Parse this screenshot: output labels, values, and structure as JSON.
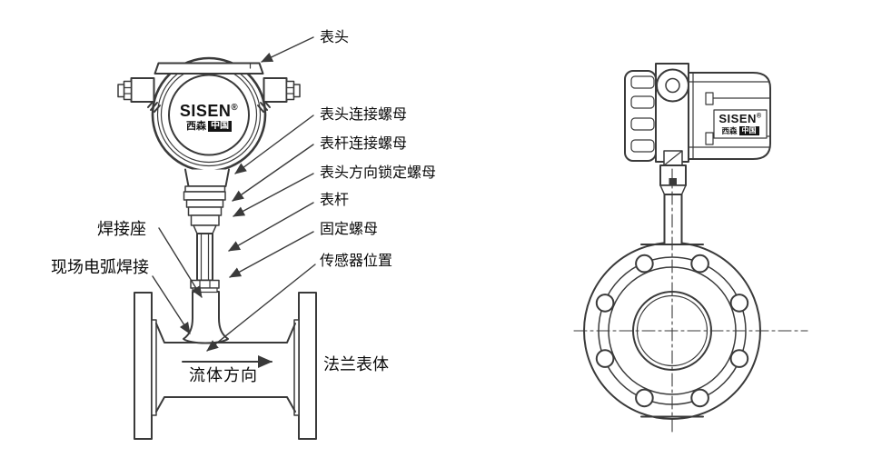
{
  "colors": {
    "line": "#3a3a3a",
    "text": "#0a0a0a",
    "logo_box_bg": "#141414"
  },
  "brand": {
    "name": "SISEN",
    "reg": "®",
    "cn": "西森",
    "cn_boxed": "中国"
  },
  "labels": {
    "head": "表头",
    "head_connect_nut": "表头连接螺母",
    "rod_connect_nut": "表杆连接螺母",
    "head_direction_lock_nut": "表头方向锁定螺母",
    "rod": "表杆",
    "fixing_nut": "固定螺母",
    "sensor_position": "传感器位置",
    "weld_seat": "焊接座",
    "field_arc_welding": "现场电弧焊接",
    "flow_direction": "流体方向",
    "flange_body": "法兰表体"
  }
}
